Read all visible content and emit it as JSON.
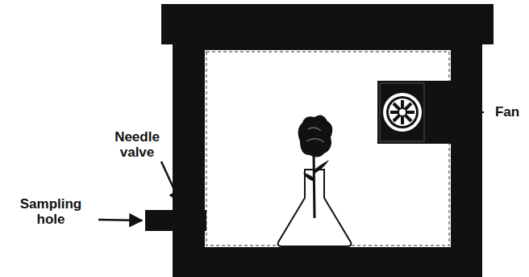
{
  "diagram": {
    "labels": [
      "Needle valve",
      "Sampling hole",
      "Fan"
    ]
  }
}
